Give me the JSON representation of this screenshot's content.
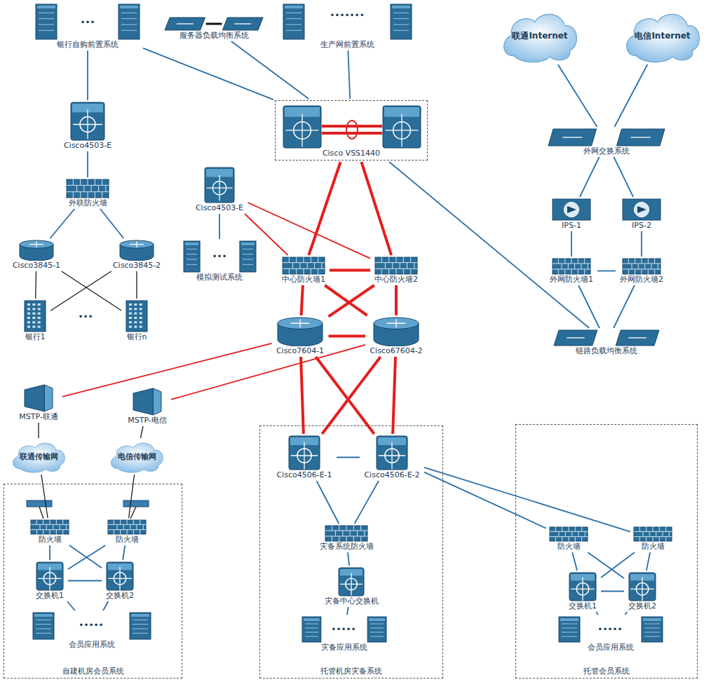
{
  "diagram": {
    "nodes": [
      {
        "text": [
          "银行自购前置系统"
        ]
      },
      {
        "text": [
          "服务器负载均衡系统"
        ]
      },
      {
        "text": [
          "生产网前置系统"
        ]
      },
      {
        "text": [
          "Cisco VSS1440"
        ]
      },
      {
        "text": [
          "Cisco4503-E"
        ]
      },
      {
        "text": [
          "外联防火墙"
        ]
      },
      {
        "text": [
          "Cisco3845-1"
        ]
      },
      {
        "text": [
          "Cisco3845-2"
        ]
      },
      {
        "text": [
          "银行1"
        ]
      },
      {
        "text": [
          "银行n"
        ]
      },
      {
        "text": [
          "Cisco4503-E"
        ]
      },
      {
        "text": [
          "模拟测试系统"
        ]
      },
      {
        "text": [
          "中心防火墙1"
        ]
      },
      {
        "text": [
          "中心防火墙2"
        ]
      },
      {
        "text": [
          "Cisco7604-1"
        ]
      },
      {
        "text": [
          "Cisco67604-2"
        ]
      },
      {
        "text": [
          "联通Internet"
        ]
      },
      {
        "text": [
          "电信Internet"
        ]
      },
      {
        "text": [
          "外网交换系统"
        ]
      },
      {
        "text": [
          "IPS-1"
        ]
      },
      {
        "text": [
          "IPS-2"
        ]
      },
      {
        "text": [
          "外网防火墙1"
        ]
      },
      {
        "text": [
          "外网防火墙2"
        ]
      },
      {
        "text": [
          "链路负载均衡系统"
        ]
      },
      {
        "text": [
          "MSTP-联通"
        ]
      },
      {
        "text": [
          "MSTP-电信"
        ]
      },
      {
        "text": [
          "联通传输网"
        ]
      },
      {
        "text": [
          "电信传输网"
        ]
      },
      {
        "text": [
          "自建机房会员系统"
        ]
      },
      {
        "text": [
          "防火墙"
        ],
        "in": 28
      },
      {
        "text": [
          "防火墙"
        ],
        "in": 28
      },
      {
        "text": [
          "交换机1"
        ],
        "in": 28
      },
      {
        "text": [
          "交换机2"
        ],
        "in": 28
      },
      {
        "text": [
          "会员应用系统"
        ],
        "in": 28
      },
      {
        "text": [
          "托管机房灾备系统"
        ]
      },
      {
        "text": [
          "Cisco4506-E-1"
        ],
        "in": 34
      },
      {
        "text": [
          "Cisco4506-E-2"
        ],
        "in": 34
      },
      {
        "text": [
          "灾备系统防火墙"
        ],
        "in": 34
      },
      {
        "text": [
          "灾备中心交换机"
        ],
        "in": 34
      },
      {
        "text": [
          "灾备应用系统"
        ],
        "in": 34
      },
      {
        "text": [
          "托管会员系统"
        ]
      },
      {
        "text": [
          "防火墙"
        ],
        "in": 40
      },
      {
        "text": [
          "防火墙"
        ],
        "in": 40
      },
      {
        "text": [
          "交换机1"
        ],
        "in": 40
      },
      {
        "text": [
          "交换机2"
        ],
        "in": 40
      },
      {
        "text": [
          "会员应用系统"
        ],
        "in": 40
      }
    ],
    "edges": [
      {
        "from": 0,
        "to": 4,
        "arrow": "none"
      },
      {
        "from": 0,
        "to": 3,
        "arrow": "none"
      },
      {
        "from": 1,
        "to": 3,
        "arrow": "none"
      },
      {
        "from": 2,
        "to": 3,
        "arrow": "none"
      },
      {
        "from": 4,
        "to": 5,
        "arrow": "none"
      },
      {
        "from": 5,
        "to": 6,
        "arrow": "none"
      },
      {
        "from": 5,
        "to": 7,
        "arrow": "none"
      },
      {
        "from": 6,
        "to": 8,
        "arrow": "none"
      },
      {
        "from": 6,
        "to": 9,
        "arrow": "none"
      },
      {
        "from": 7,
        "to": 8,
        "arrow": "none"
      },
      {
        "from": 7,
        "to": 9,
        "arrow": "none"
      },
      {
        "from": 3,
        "to": 12,
        "arrow": "none"
      },
      {
        "from": 3,
        "to": 13,
        "arrow": "none"
      },
      {
        "from": 12,
        "to": 13,
        "arrow": "none"
      },
      {
        "from": 12,
        "to": 14,
        "arrow": "none"
      },
      {
        "from": 12,
        "to": 15,
        "arrow": "none"
      },
      {
        "from": 13,
        "to": 14,
        "arrow": "none"
      },
      {
        "from": 13,
        "to": 15,
        "arrow": "none"
      },
      {
        "from": 14,
        "to": 15,
        "arrow": "none"
      },
      {
        "from": 10,
        "to": 12,
        "arrow": "none"
      },
      {
        "from": 10,
        "to": 13,
        "arrow": "none"
      },
      {
        "from": 10,
        "to": 11,
        "arrow": "none"
      },
      {
        "from": 3,
        "to": 23,
        "arrow": "none"
      },
      {
        "from": 16,
        "to": 18,
        "arrow": "none"
      },
      {
        "from": 17,
        "to": 18,
        "arrow": "none"
      },
      {
        "from": 18,
        "to": 19,
        "arrow": "none"
      },
      {
        "from": 18,
        "to": 20,
        "arrow": "none"
      },
      {
        "from": 19,
        "to": 21,
        "arrow": "none"
      },
      {
        "from": 20,
        "to": 22,
        "arrow": "none"
      },
      {
        "from": 21,
        "to": 22,
        "arrow": "none"
      },
      {
        "from": 21,
        "to": 23,
        "arrow": "none"
      },
      {
        "from": 22,
        "to": 23,
        "arrow": "none"
      },
      {
        "from": 14,
        "to": 24,
        "arrow": "none"
      },
      {
        "from": 15,
        "to": 25,
        "arrow": "none"
      },
      {
        "from": 24,
        "to": 26,
        "arrow": "none"
      },
      {
        "from": 25,
        "to": 27,
        "arrow": "none"
      },
      {
        "from": 26,
        "to": 29,
        "arrow": "none"
      },
      {
        "from": 27,
        "to": 30,
        "arrow": "none"
      },
      {
        "from": 29,
        "to": 31,
        "arrow": "none"
      },
      {
        "from": 29,
        "to": 32,
        "arrow": "none"
      },
      {
        "from": 30,
        "to": 31,
        "arrow": "none"
      },
      {
        "from": 30,
        "to": 32,
        "arrow": "none"
      },
      {
        "from": 31,
        "to": 32,
        "arrow": "none"
      },
      {
        "from": 31,
        "to": 33,
        "arrow": "none"
      },
      {
        "from": 32,
        "to": 33,
        "arrow": "none"
      },
      {
        "from": 14,
        "to": 35,
        "arrow": "none"
      },
      {
        "from": 14,
        "to": 36,
        "arrow": "none"
      },
      {
        "from": 15,
        "to": 35,
        "arrow": "none"
      },
      {
        "from": 15,
        "to": 36,
        "arrow": "none"
      },
      {
        "from": 35,
        "to": 36,
        "arrow": "none"
      },
      {
        "from": 35,
        "to": 37,
        "arrow": "none"
      },
      {
        "from": 36,
        "to": 37,
        "arrow": "none"
      },
      {
        "from": 37,
        "to": 38,
        "arrow": "none"
      },
      {
        "from": 38,
        "to": 39,
        "arrow": "none"
      },
      {
        "from": 36,
        "to": 41,
        "arrow": "none"
      },
      {
        "from": 36,
        "to": 42,
        "arrow": "none"
      },
      {
        "from": 41,
        "to": 43,
        "arrow": "none"
      },
      {
        "from": 41,
        "to": 44,
        "arrow": "none"
      },
      {
        "from": 42,
        "to": 43,
        "arrow": "none"
      },
      {
        "from": 42,
        "to": 44,
        "arrow": "none"
      },
      {
        "from": 43,
        "to": 44,
        "arrow": "none"
      },
      {
        "from": 43,
        "to": 45,
        "arrow": "none"
      },
      {
        "from": 44,
        "to": 45,
        "arrow": "none"
      }
    ],
    "labels": [
      "•••",
      "•••••••",
      "•••",
      "•••",
      "•••••",
      "•••••",
      "•••••"
    ]
  }
}
